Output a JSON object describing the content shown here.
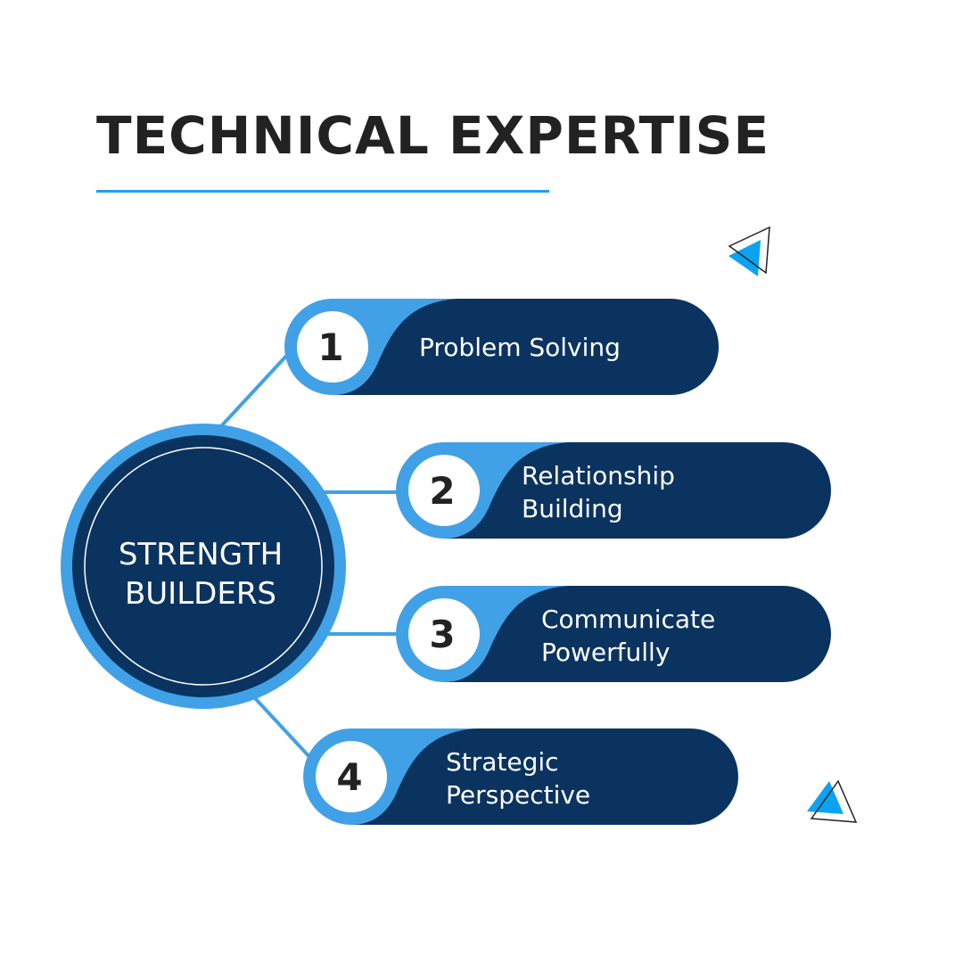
{
  "title": "TECHNICAL EXPERTISE",
  "center": {
    "line1": "STRENGTH",
    "line2": "BUILDERS"
  },
  "items": [
    {
      "number": "1",
      "lines": [
        "Problem Solving"
      ]
    },
    {
      "number": "2",
      "lines": [
        "Relationship",
        "Building"
      ]
    },
    {
      "number": "3",
      "lines": [
        "Communicate",
        "Powerfully"
      ]
    },
    {
      "number": "4",
      "lines": [
        "Strategic",
        "Perspective"
      ]
    }
  ],
  "colors": {
    "navy": "#0b3360",
    "light_blue": "#41a1e6",
    "accent": "#1ea0f0",
    "triangle": "#0aa3f2"
  }
}
